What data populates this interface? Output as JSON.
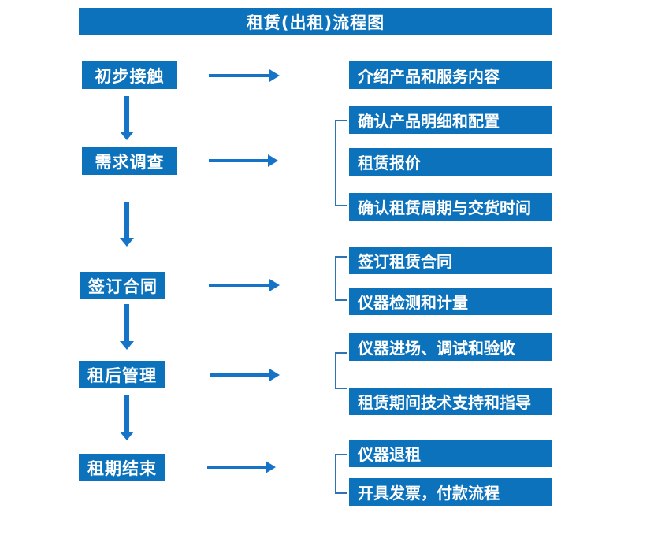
{
  "title": "租赁(出租)流程图",
  "colors": {
    "box_blue": "#0d72bc",
    "arrow_blue": "#1573c8",
    "bracket_blue": "#2e74b5",
    "text": "#ffffff",
    "background": "#ffffff"
  },
  "steps": [
    {
      "label": "初步接触",
      "details": [
        "介绍产品和服务内容"
      ]
    },
    {
      "label": "需求调查",
      "details": [
        "确认产品明细和配置",
        "租赁报价",
        "确认租赁周期与交货时间"
      ]
    },
    {
      "label": "签订合同",
      "details": [
        "签订租赁合同",
        "仪器检测和计量"
      ]
    },
    {
      "label": "租后管理",
      "details": [
        "仪器进场、调试和验收",
        "租赁期间技术支持和指导"
      ]
    },
    {
      "label": "租期结束",
      "details": [
        "仪器退租",
        "开具发票，付款流程"
      ]
    }
  ]
}
